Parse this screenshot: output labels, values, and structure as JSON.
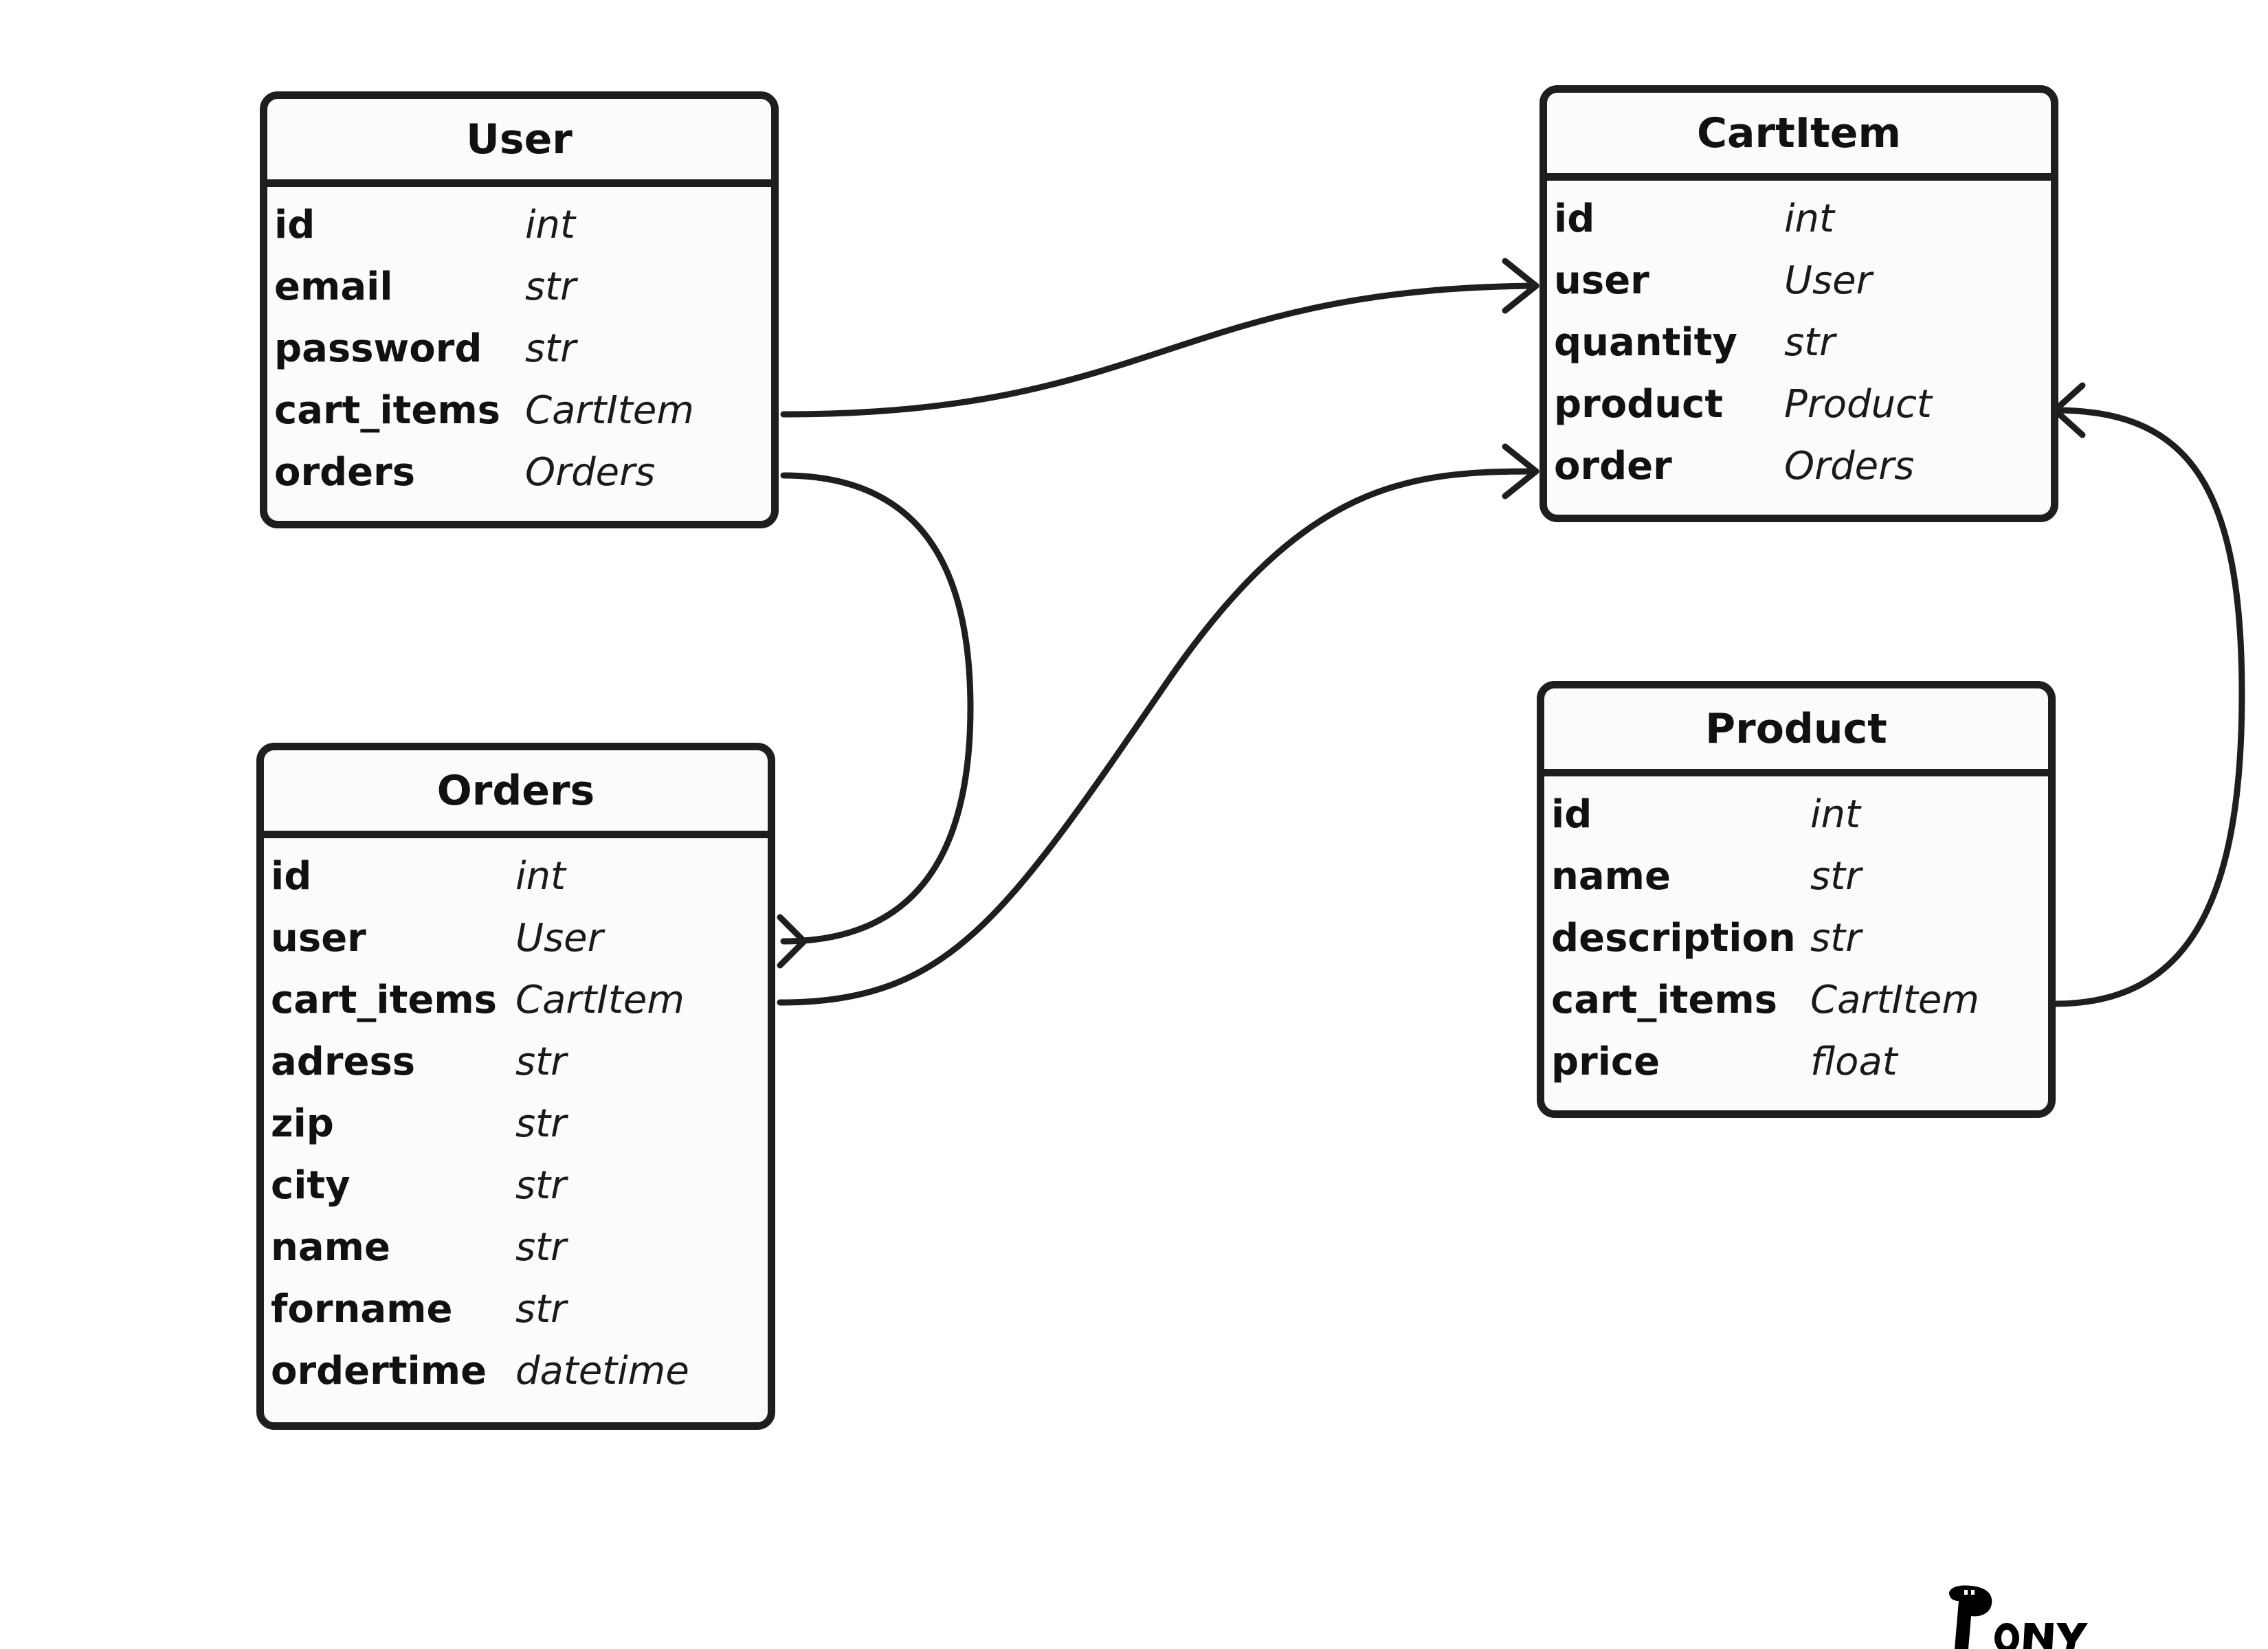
{
  "entities": {
    "user": {
      "title": "User",
      "fields": [
        {
          "name": "id",
          "type": "int"
        },
        {
          "name": "email",
          "type": "str"
        },
        {
          "name": "password",
          "type": "str"
        },
        {
          "name": "cart_items",
          "type": "CartItem"
        },
        {
          "name": "orders",
          "type": "Orders"
        }
      ]
    },
    "cartitem": {
      "title": "CartItem",
      "fields": [
        {
          "name": "id",
          "type": "int"
        },
        {
          "name": "user",
          "type": "User"
        },
        {
          "name": "quantity",
          "type": "str"
        },
        {
          "name": "product",
          "type": "Product"
        },
        {
          "name": "order",
          "type": "Orders"
        }
      ]
    },
    "orders": {
      "title": "Orders",
      "fields": [
        {
          "name": "id",
          "type": "int"
        },
        {
          "name": "user",
          "type": "User"
        },
        {
          "name": "cart_items",
          "type": "CartItem"
        },
        {
          "name": "adress",
          "type": "str"
        },
        {
          "name": "zip",
          "type": "str"
        },
        {
          "name": "city",
          "type": "str"
        },
        {
          "name": "name",
          "type": "str"
        },
        {
          "name": "forname",
          "type": "str"
        },
        {
          "name": "ordertime",
          "type": "datetime"
        }
      ]
    },
    "product": {
      "title": "Product",
      "fields": [
        {
          "name": "id",
          "type": "int"
        },
        {
          "name": "name",
          "type": "str"
        },
        {
          "name": "description",
          "type": "str"
        },
        {
          "name": "cart_items",
          "type": "CartItem"
        },
        {
          "name": "price",
          "type": "float"
        }
      ]
    }
  },
  "relationships": [
    {
      "from": "User.cart_items",
      "to": "CartItem.user",
      "cardinality": "one-to-many"
    },
    {
      "from": "User.orders",
      "to": "Orders.user",
      "cardinality": "one-to-many"
    },
    {
      "from": "Orders.cart_items",
      "to": "CartItem.order",
      "cardinality": "one-to-many"
    },
    {
      "from": "Product.cart_items",
      "to": "CartItem.product",
      "cardinality": "one-to-many"
    }
  ],
  "logo": {
    "text": "PONY"
  },
  "colors": {
    "stroke": "#1e1e1e",
    "box_fill": "#fbfbfb",
    "background": "#ffffff"
  }
}
